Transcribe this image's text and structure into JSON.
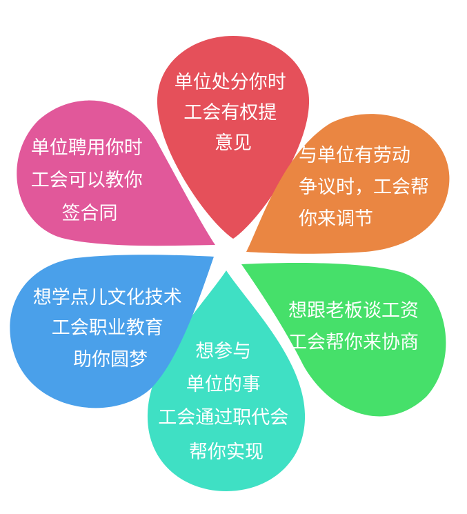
{
  "petals": [
    {
      "id": "top",
      "color": "#e5505a",
      "lines": [
        "单位处分你时",
        "工会有权提",
        "意见"
      ]
    },
    {
      "id": "upper-right",
      "color": "#ea8642",
      "lines": [
        "与单位有劳动",
        "争议时，工会帮",
        "你来调节"
      ]
    },
    {
      "id": "lower-right",
      "color": "#46e06a",
      "lines": [
        "想跟老板谈工资",
        "工会帮你来协商"
      ]
    },
    {
      "id": "bottom",
      "color": "#3fe0c4",
      "lines": [
        "想参与",
        "单位的事",
        "工会通过职代会",
        "帮你实现"
      ]
    },
    {
      "id": "lower-left",
      "color": "#4aa0ea",
      "lines": [
        "想学点儿文化技术",
        "工会职业教育",
        "助你圆梦"
      ]
    },
    {
      "id": "upper-left",
      "color": "#e1589a",
      "lines": [
        "单位聘用你时",
        "工会可以教你",
        "签合同"
      ]
    }
  ]
}
